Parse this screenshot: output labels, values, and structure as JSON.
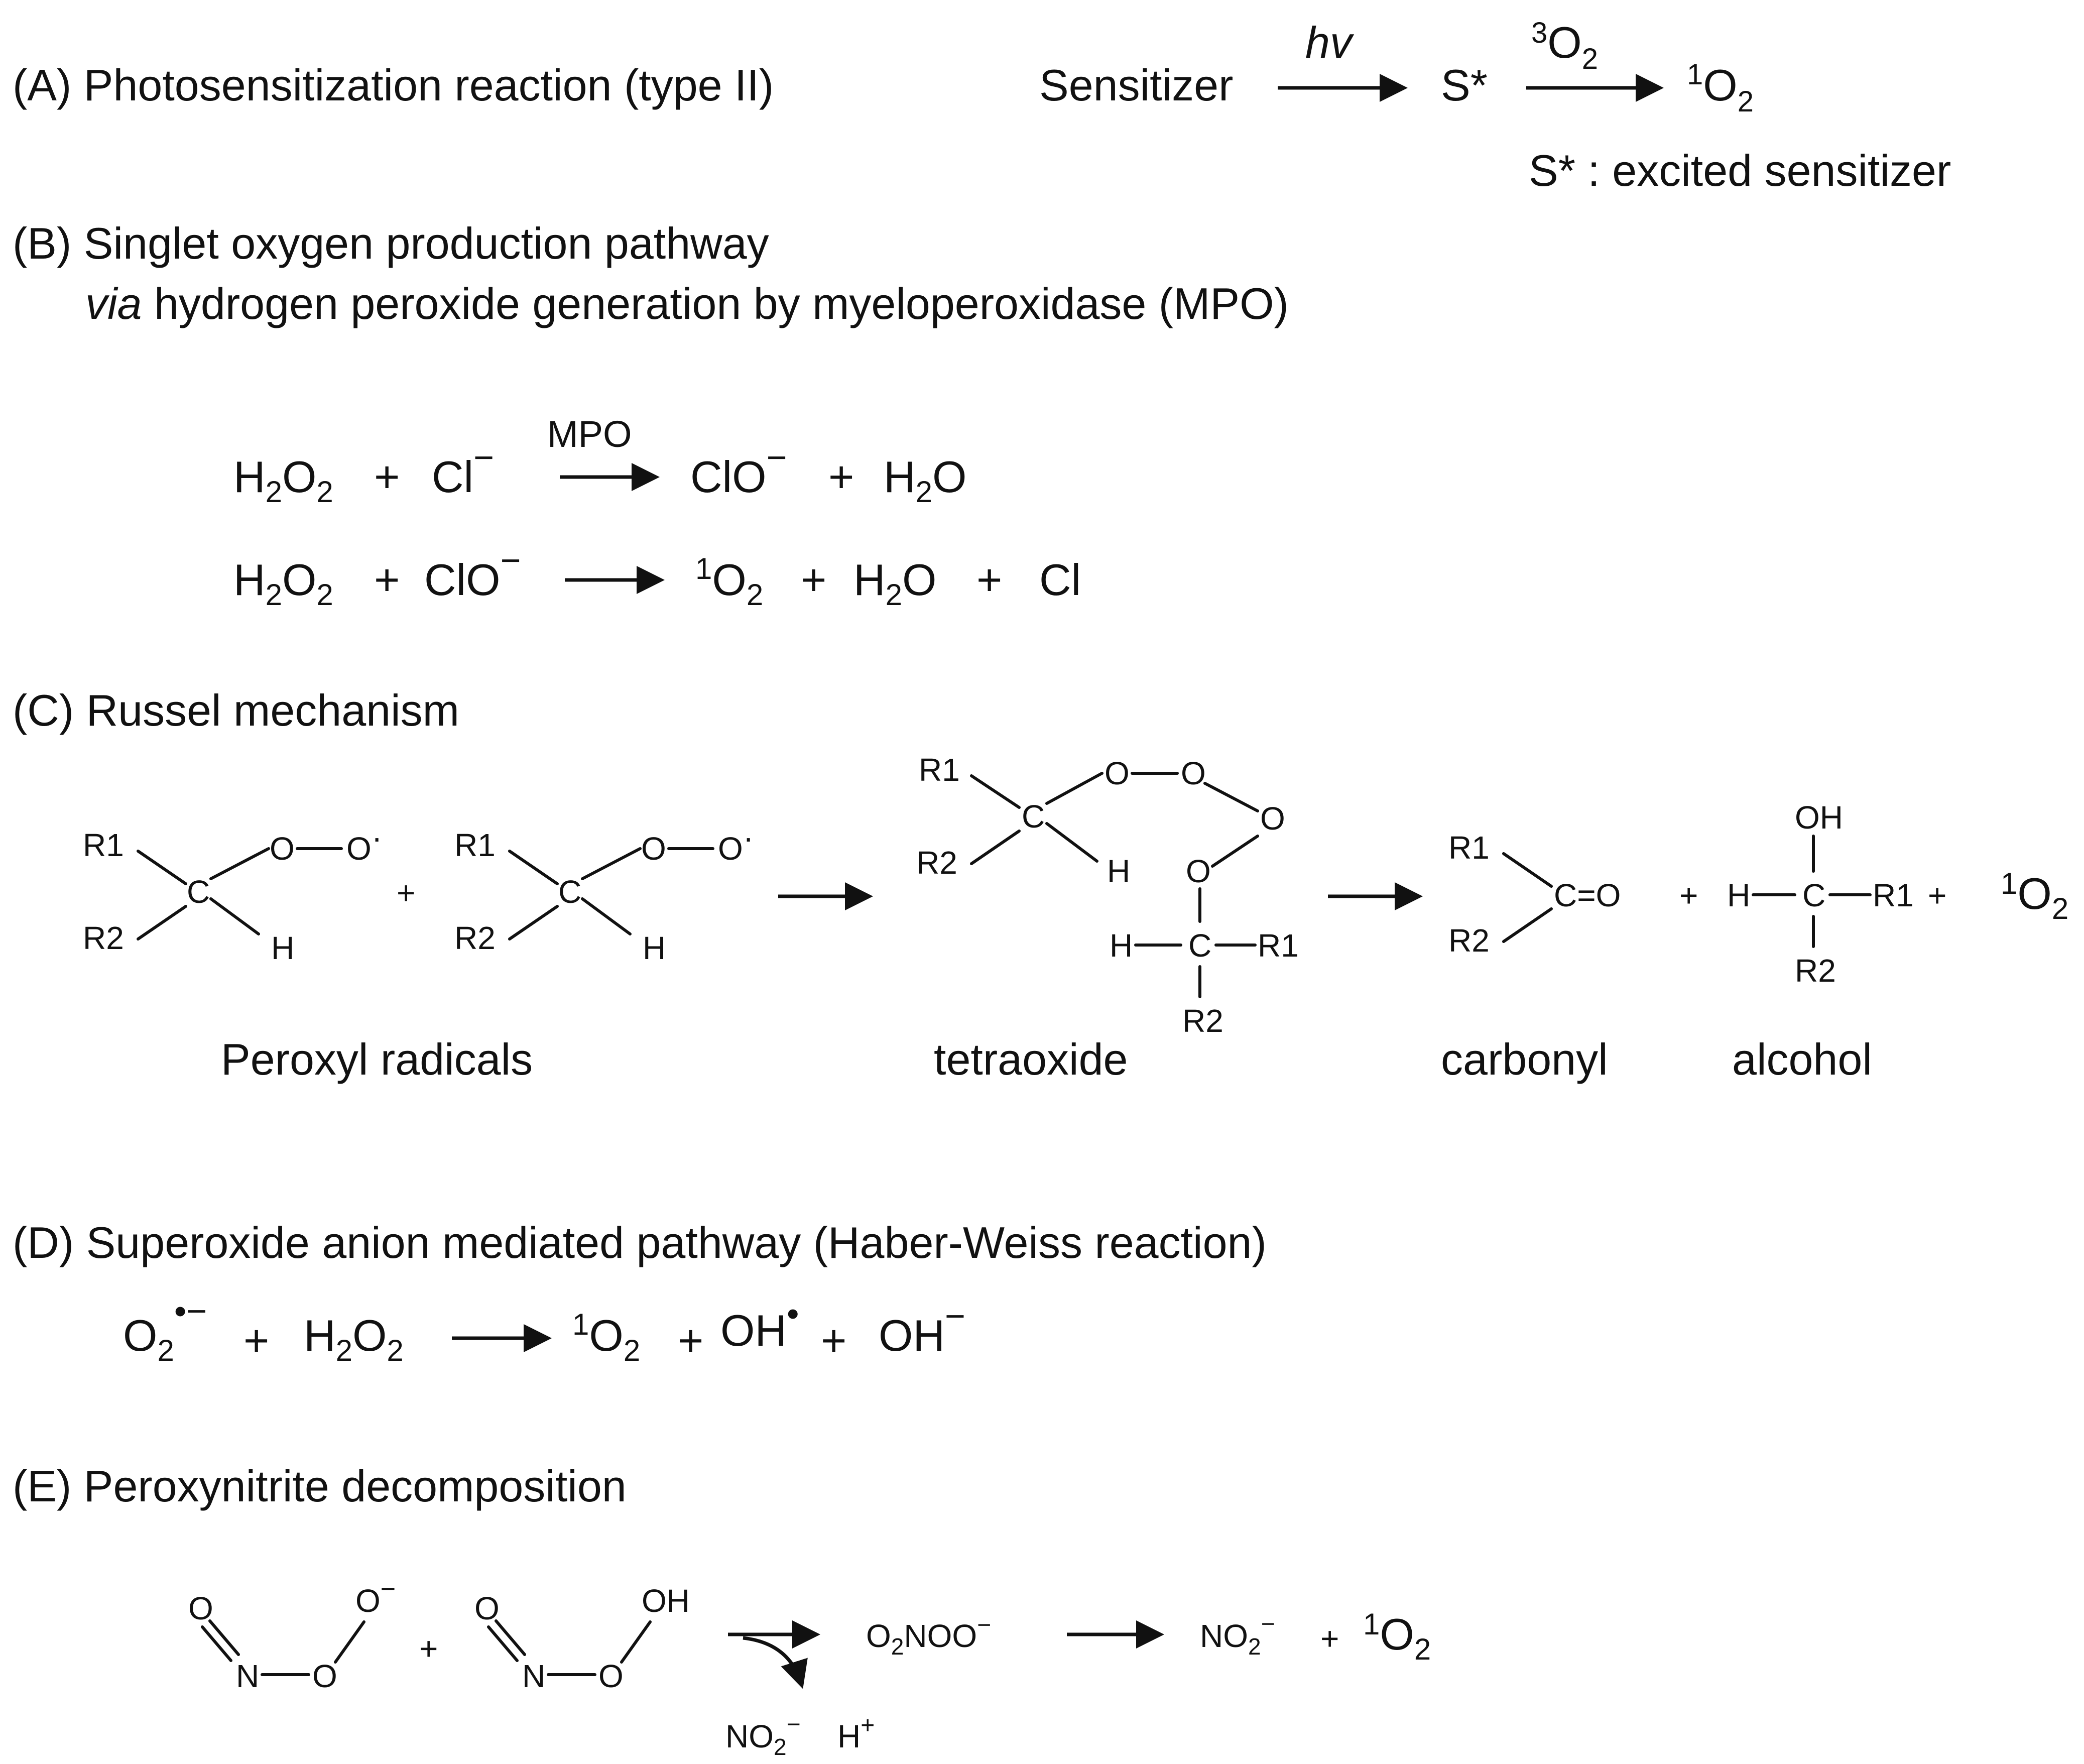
{
  "sections": {
    "a": {
      "label": "(A) Photosensitization reaction (type II)",
      "reactant": "Sensitizer",
      "arrow1_label": "hv",
      "intermediate": "S*",
      "arrow2_label_sup": "3",
      "arrow2_label_main": "O",
      "arrow2_label_sub": "2",
      "product_sup": "1",
      "product_main": "O",
      "product_sub": "2",
      "note": "S* : excited sensitizer"
    },
    "b": {
      "label_line1": "(B) Singlet oxygen production pathway",
      "label_line2_italic": "via",
      "label_line2_rest": " hydrogen peroxide generation  by myeloperoxidase (MPO)",
      "enzyme": "MPO",
      "eq1": {
        "r1": "H",
        "r1_sub": "2",
        "r1_b": "O",
        "r1_b_sub": "2",
        "plus1": "+",
        "r2": "Cl",
        "r2_sup": "−",
        "p1": "ClO",
        "p1_sup": "−",
        "plus2": "+",
        "p2": "H",
        "p2_sub": "2",
        "p2_b": "O"
      },
      "eq2": {
        "r1": "H",
        "r1_sub": "2",
        "r1_b": "O",
        "r1_b_sub": "2",
        "plus1": "+",
        "r2": "ClO",
        "r2_sup": "−",
        "p1_sup": "1",
        "p1": "O",
        "p1_sub": "2",
        "plus2": "+",
        "p2": "H",
        "p2_sub": "2",
        "p2_b": "O",
        "plus3": "+",
        "p3": "Cl"
      }
    },
    "c": {
      "label": "(C) Russel mechanism",
      "atoms": {
        "r1": "R1",
        "r2": "R2",
        "c": "C",
        "o": "O",
        "h": "H",
        "oh": "OH",
        "dot": "·",
        "plus": "+"
      },
      "caption_peroxyl": "Peroxyl radicals",
      "caption_tetraoxide": "tetraoxide",
      "caption_carbonyl": "carbonyl",
      "caption_alcohol": "alcohol",
      "carbonyl_text": "C=O",
      "singlet_sup": "1",
      "singlet_main": "O",
      "singlet_sub": "2"
    },
    "d": {
      "label": "(D) Superoxide anion mediated pathway (Haber-Weiss reaction)",
      "r1": "O",
      "r1_sub": "2",
      "r1_sup": "•−",
      "plus1": "+",
      "r2": "H",
      "r2_sub": "2",
      "r2_b": "O",
      "r2_b_sub": "2",
      "p1_sup": "1",
      "p1": "O",
      "p1_sub": "2",
      "plus2": "+",
      "p2": "OH",
      "p2_sup": "•",
      "plus3": "+",
      "p3": "OH",
      "p3_sup": "−"
    },
    "e": {
      "label": "(E) Peroxynitrite decomposition",
      "atoms": {
        "o": "O",
        "n": "N",
        "o_minus": "O",
        "minus": "−",
        "oh": "OH",
        "plus": "+"
      },
      "byproduct_no2": "NO",
      "byproduct_no2_sub": "2",
      "byproduct_no2_sup": "−",
      "byproduct_h": "H",
      "byproduct_h_sup": "+",
      "intermediate_o2": "O",
      "intermediate_o2_sub": "2",
      "intermediate_rest": "NOO",
      "intermediate_sup": "−",
      "product1": "NO",
      "product1_sub": "2",
      "product1_sup": "−",
      "plus2": "+",
      "product2_sup": "1",
      "product2": "O",
      "product2_sub": "2"
    }
  }
}
